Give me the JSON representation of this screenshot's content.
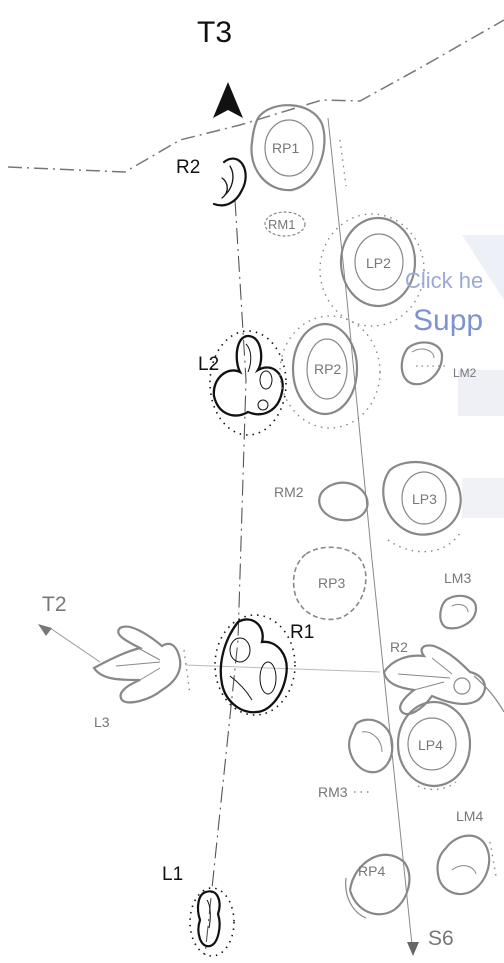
{
  "colors": {
    "ink": "#111111",
    "grey": "#7a7a7a",
    "watermark": "#8fa4d6"
  },
  "labels": {
    "title": "T3",
    "trackway_a": "T2",
    "trackway_b": "S6",
    "r2_dark": "R2",
    "l2_dark": "L2",
    "r1_dark": "R1",
    "l1_dark": "L1",
    "rp1": "RP1",
    "rm1": "RM1",
    "lp2": "LP2",
    "lm2": "LM2",
    "rp2": "RP2",
    "rm2": "RM2",
    "lp3": "LP3",
    "rp3": "RP3",
    "lm3": "LM3",
    "l3": "L3",
    "r2_grey": "R2",
    "lp4": "LP4",
    "rm3": "RM3",
    "lm4": "LM4",
    "rp4": "RP4"
  },
  "watermark": {
    "line1": "Click he",
    "line2": "Supp"
  },
  "icons": {
    "north": "north-arrow-icon",
    "t2_direction": "direction-arrow-icon",
    "s6_direction": "direction-arrow-icon"
  }
}
